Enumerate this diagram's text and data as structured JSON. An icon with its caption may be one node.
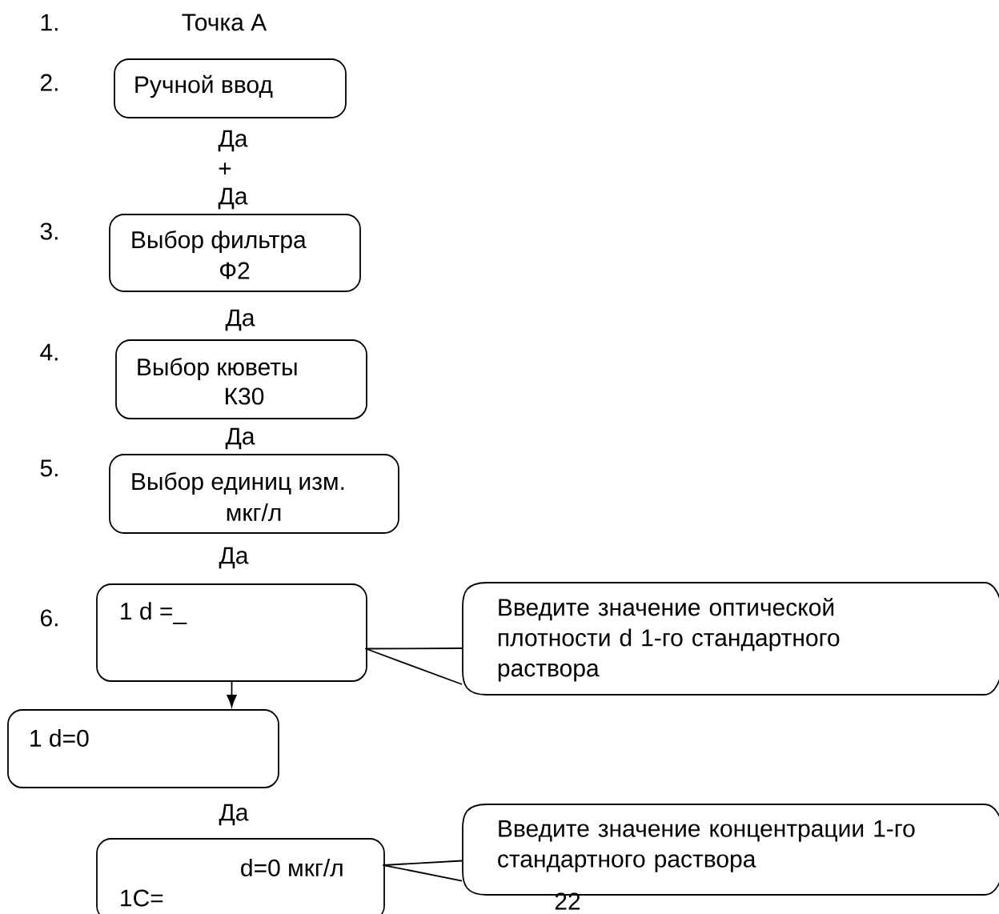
{
  "diagram": {
    "nodes": [
      {
        "text": [
          "Ручной ввод"
        ]
      },
      {
        "text": [
          "Выбор фильтра",
          "Ф2"
        ]
      },
      {
        "text": [
          "Выбор кюветы",
          "К30"
        ]
      },
      {
        "text": [
          "Выбор единиц изм.",
          "мкг/л"
        ]
      },
      {
        "text": [
          "1 d =_"
        ]
      },
      {
        "text": [
          "Введите значение оптической плотности d 1-го стандартного раствора"
        ]
      },
      {
        "text": [
          "1 d=0"
        ]
      },
      {
        "text": [
          "d=0 мкг/л",
          "1C="
        ]
      },
      {
        "text": [
          "Введите значение концентрации 1-го стандартного раствора"
        ]
      }
    ],
    "edges": [
      {
        "from": 4,
        "to": 6,
        "arrow": "to"
      },
      {
        "from": 5,
        "to": 4,
        "arrow": "none"
      },
      {
        "from": 8,
        "to": 7,
        "arrow": "none"
      }
    ],
    "labels": [
      "1.",
      "Точка  А",
      "2.",
      "Да",
      "+",
      "Да",
      "3.",
      "Да",
      "4.",
      "Да",
      "5.",
      "Да",
      "6.",
      "Да",
      "22"
    ]
  }
}
